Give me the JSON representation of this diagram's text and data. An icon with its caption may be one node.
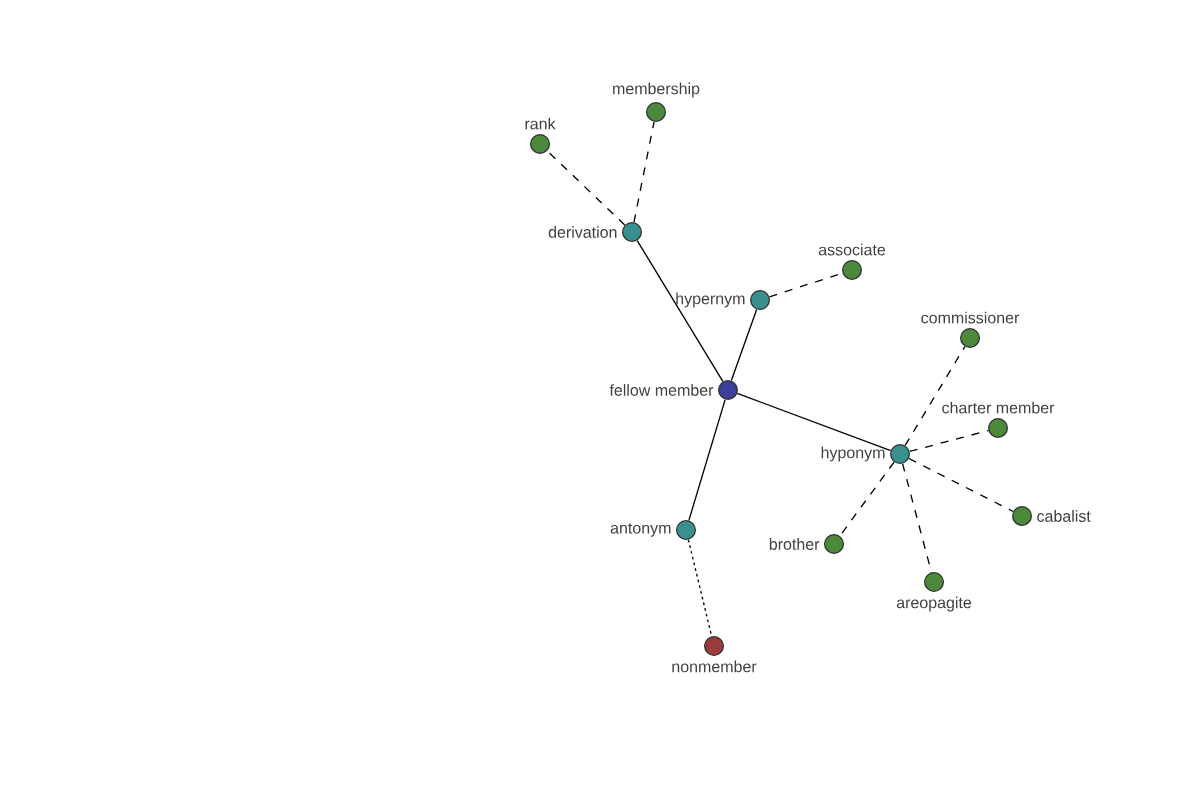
{
  "diagram": {
    "nodes": [
      {
        "text": [
          "fellow member"
        ]
      },
      {
        "text": [
          "derivation"
        ]
      },
      {
        "text": [
          "rank"
        ]
      },
      {
        "text": [
          "membership"
        ]
      },
      {
        "text": [
          "hypernym"
        ]
      },
      {
        "text": [
          "associate"
        ]
      },
      {
        "text": [
          "hyponym"
        ]
      },
      {
        "text": [
          "commissioner"
        ]
      },
      {
        "text": [
          "charter member"
        ]
      },
      {
        "text": [
          "cabalist"
        ]
      },
      {
        "text": [
          "areopagite"
        ]
      },
      {
        "text": [
          "brother"
        ]
      },
      {
        "text": [
          "antonym"
        ]
      },
      {
        "text": [
          "nonmember"
        ]
      }
    ],
    "edges": [
      {
        "from": 0,
        "to": 1,
        "arrow": "none"
      },
      {
        "from": 1,
        "to": 2,
        "arrow": "none",
        "style": "dashed"
      },
      {
        "from": 1,
        "to": 3,
        "arrow": "none",
        "style": "dashed"
      },
      {
        "from": 0,
        "to": 4,
        "arrow": "none"
      },
      {
        "from": 4,
        "to": 5,
        "arrow": "none",
        "style": "dashed"
      },
      {
        "from": 0,
        "to": 6,
        "arrow": "none"
      },
      {
        "from": 6,
        "to": 7,
        "arrow": "none",
        "style": "dashed"
      },
      {
        "from": 6,
        "to": 8,
        "arrow": "none",
        "style": "dashed"
      },
      {
        "from": 6,
        "to": 9,
        "arrow": "none",
        "style": "dashed"
      },
      {
        "from": 6,
        "to": 10,
        "arrow": "none",
        "style": "dashed"
      },
      {
        "from": 6,
        "to": 11,
        "arrow": "none",
        "style": "dashed"
      },
      {
        "from": 0,
        "to": 12,
        "arrow": "none"
      },
      {
        "from": 12,
        "to": 13,
        "arrow": "none",
        "style": "dashed"
      }
    ]
  }
}
